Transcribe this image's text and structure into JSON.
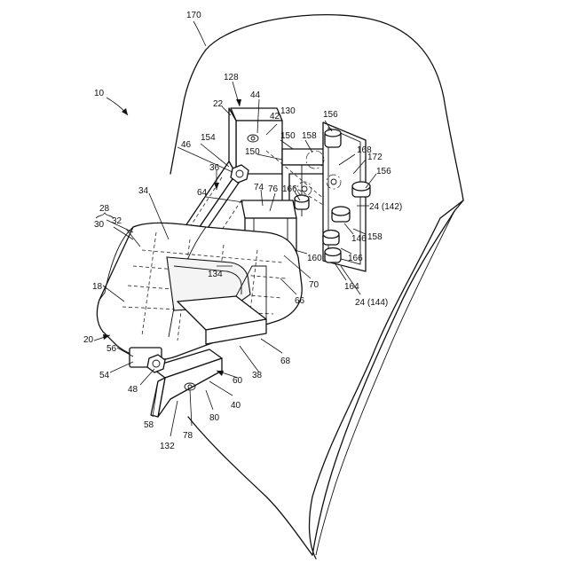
{
  "figure": {
    "main_ref": "10",
    "labels": [
      {
        "id": "170",
        "text": "170"
      },
      {
        "id": "10",
        "text": "10"
      },
      {
        "id": "128",
        "text": "128"
      },
      {
        "id": "44",
        "text": "44"
      },
      {
        "id": "22",
        "text": "22"
      },
      {
        "id": "42",
        "text": "42"
      },
      {
        "id": "130",
        "text": "130"
      },
      {
        "id": "156a",
        "text": "156"
      },
      {
        "id": "150a",
        "text": "150"
      },
      {
        "id": "158a",
        "text": "158"
      },
      {
        "id": "154",
        "text": "154"
      },
      {
        "id": "46",
        "text": "46"
      },
      {
        "id": "150b",
        "text": "150"
      },
      {
        "id": "168",
        "text": "168"
      },
      {
        "id": "172",
        "text": "172"
      },
      {
        "id": "36",
        "text": "36"
      },
      {
        "id": "156b",
        "text": "156"
      },
      {
        "id": "64",
        "text": "64"
      },
      {
        "id": "74",
        "text": "74"
      },
      {
        "id": "76",
        "text": "76"
      },
      {
        "id": "166a",
        "text": "166"
      },
      {
        "id": "34",
        "text": "34"
      },
      {
        "id": "24_142",
        "text": "24 (142)"
      },
      {
        "id": "28",
        "text": "28"
      },
      {
        "id": "30",
        "text": "30"
      },
      {
        "id": "32",
        "text": "32"
      },
      {
        "id": "146",
        "text": "146"
      },
      {
        "id": "158b",
        "text": "158"
      },
      {
        "id": "166b",
        "text": "166"
      },
      {
        "id": "160",
        "text": "160"
      },
      {
        "id": "134",
        "text": "134"
      },
      {
        "id": "164",
        "text": "164"
      },
      {
        "id": "70",
        "text": "70"
      },
      {
        "id": "66",
        "text": "66"
      },
      {
        "id": "24_144",
        "text": "24 (144)"
      },
      {
        "id": "18",
        "text": "18"
      },
      {
        "id": "20",
        "text": "20"
      },
      {
        "id": "56",
        "text": "56"
      },
      {
        "id": "54",
        "text": "54"
      },
      {
        "id": "68",
        "text": "68"
      },
      {
        "id": "38",
        "text": "38"
      },
      {
        "id": "48",
        "text": "48"
      },
      {
        "id": "60",
        "text": "60"
      },
      {
        "id": "40",
        "text": "40"
      },
      {
        "id": "58",
        "text": "58"
      },
      {
        "id": "80",
        "text": "80"
      },
      {
        "id": "78",
        "text": "78"
      },
      {
        "id": "132",
        "text": "132"
      }
    ]
  }
}
